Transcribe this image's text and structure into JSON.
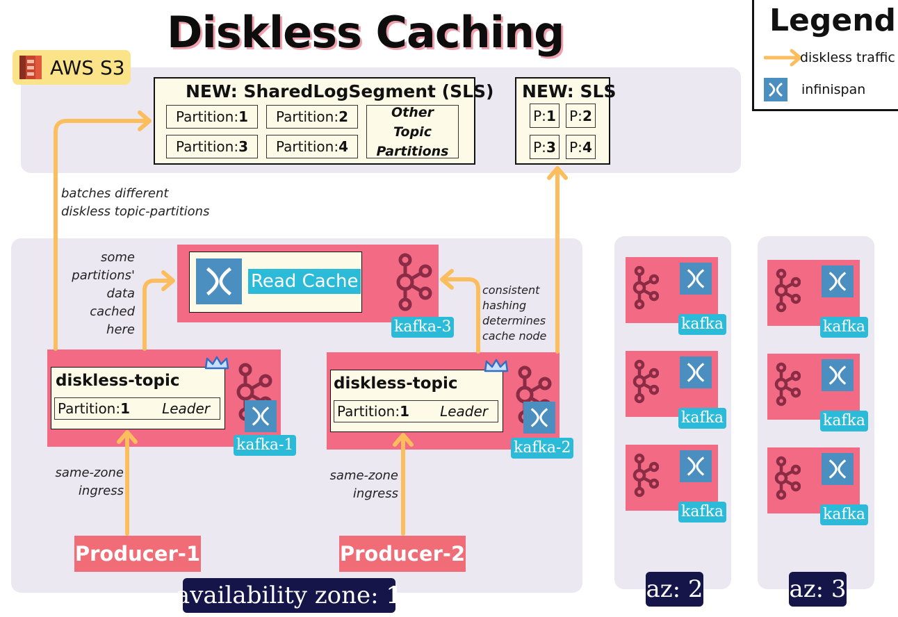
{
  "title": "Diskless Caching",
  "s3_label": "AWS S3",
  "legend": {
    "title": "Legend",
    "items": [
      {
        "label": "diskless traffic",
        "icon": "arrow-icon"
      },
      {
        "label": "infinispan",
        "icon": "infinispan-icon"
      }
    ]
  },
  "sls_main": {
    "header": "NEW: SharedLogSegment (SLS)",
    "partition_prefix": "Partition: ",
    "partitions": [
      "1",
      "2",
      "3",
      "4"
    ],
    "other": "Other Topic Partitions"
  },
  "sls_small": {
    "header": "NEW: SLS",
    "prefix": "P: ",
    "partitions": [
      "1",
      "2",
      "3",
      "4"
    ]
  },
  "notes": {
    "batches_1": "batches different",
    "batches_2": "diskless topic-partitions",
    "cached_1": "some",
    "cached_2": "partitions'",
    "cached_3": "data",
    "cached_4": "cached",
    "cached_5": "here",
    "hashing_1": "consistent",
    "hashing_2": "hashing",
    "hashing_3": "determines",
    "hashing_4": "cache node",
    "ingress1_1": "same-zone",
    "ingress1_2": "ingress",
    "ingress2_1": "same-zone",
    "ingress2_2": "ingress"
  },
  "read_cache": "Read Cache",
  "brokers": {
    "k1": "kafka-1",
    "k2": "kafka-2",
    "k3": "kafka-3",
    "generic": "kafka"
  },
  "topics": {
    "name": "diskless-topic",
    "partition_prefix": "Partition: ",
    "partition_num": "1",
    "role": "Leader"
  },
  "producers": [
    "Producer-1",
    "Producer-2"
  ],
  "zones": {
    "az1_prefix": "availability zone: ",
    "az1_num": "1",
    "az2": "az: 2",
    "az3": "az: 3"
  },
  "colors": {
    "arrow": "#fbbd5e",
    "broker_pink": "#f26a84",
    "zone_panel": "#ebe8f1",
    "infinispan_blue": "#4a8fc0",
    "tag_teal": "#2bbad7",
    "az_navy": "#15154a",
    "kafka_logo": "#8a2c45"
  }
}
